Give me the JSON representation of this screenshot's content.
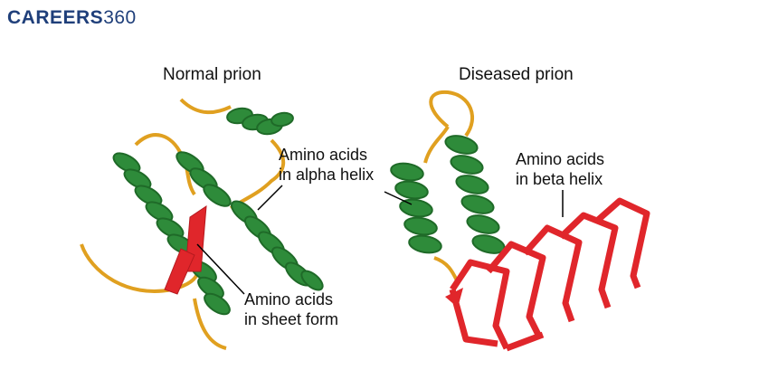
{
  "logo": {
    "part1": "CAREERS",
    "part2": "360",
    "color": "#1f3f7a"
  },
  "normal": {
    "title": "Normal prion",
    "label_alpha": [
      "Amino acids",
      "in alpha helix"
    ],
    "label_sheet": [
      "Amino acids",
      "in sheet form"
    ]
  },
  "diseased": {
    "title": "Diseased prion",
    "label_beta": [
      "Amino acids",
      "in beta helix"
    ]
  },
  "colors": {
    "helix": "#2e8b3a",
    "helix_dark": "#1f6a28",
    "loop": "#e0a020",
    "sheet": "#e0262b"
  }
}
